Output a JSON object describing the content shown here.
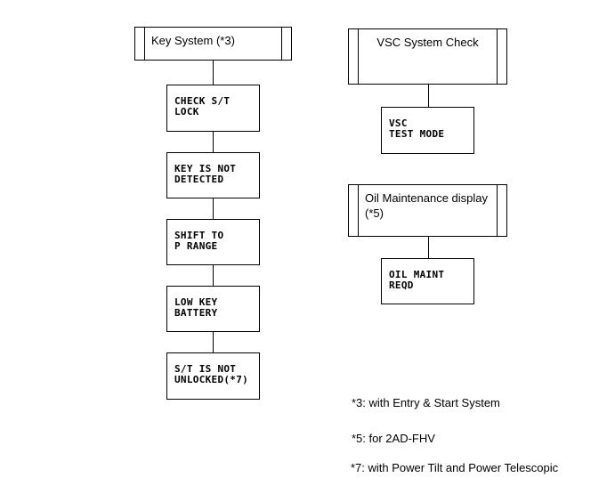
{
  "key_system": {
    "header": "Key System (*3)",
    "items": [
      "CHECK S/T\nLOCK",
      "KEY IS NOT\nDETECTED",
      "SHIFT TO\nP RANGE",
      "LOW KEY\nBATTERY",
      "S/T IS NOT\nUNLOCKED(*7)"
    ]
  },
  "vsc_system": {
    "header": "VSC System Check",
    "items": [
      "VSC\nTEST MODE"
    ]
  },
  "oil_maintenance": {
    "header": "Oil Maintenance display\n(*5)",
    "items": [
      "OIL MAINT\nREQD"
    ]
  },
  "footnotes": [
    "*3: with Entry & Start System",
    "*5: for 2AD-FHV",
    "*7: with Power Tilt and Power Telescopic"
  ]
}
